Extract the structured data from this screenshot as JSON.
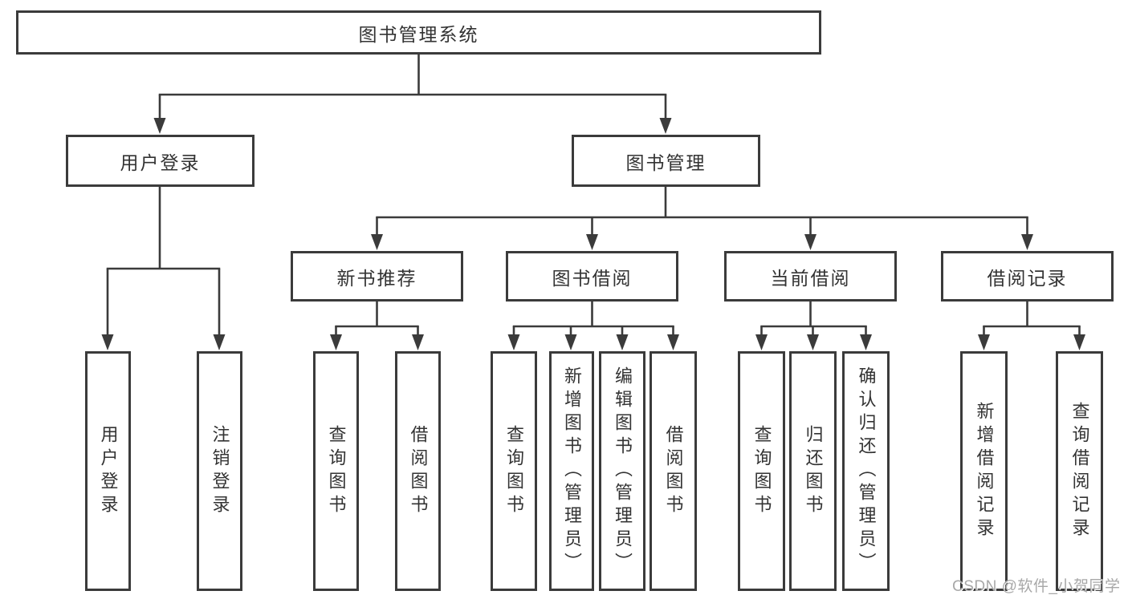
{
  "diagram": {
    "root": "图书管理系统",
    "branches": [
      "用户登录",
      "图书管理"
    ],
    "sections": [
      "新书推荐",
      "图书借阅",
      "当前借阅",
      "借阅记录"
    ],
    "leaves": [
      "用户登录",
      "注销登录",
      "查询图书",
      "借阅图书",
      "查询图书",
      "新增图书（管理员）",
      "编辑图书（管理员）",
      "借阅图书",
      "查询图书",
      "归还图书",
      "确认归还（管理员）",
      "新增借阅记录",
      "查询借阅记录"
    ],
    "hierarchy": {
      "图书管理系统": [
        "用户登录",
        "图书管理"
      ],
      "用户登录": [
        "用户登录",
        "注销登录"
      ],
      "图书管理": [
        "新书推荐",
        "图书借阅",
        "当前借阅",
        "借阅记录"
      ],
      "新书推荐": [
        "查询图书",
        "借阅图书"
      ],
      "图书借阅": [
        "查询图书",
        "新增图书（管理员）",
        "编辑图书（管理员）",
        "借阅图书"
      ],
      "当前借阅": [
        "查询图书",
        "归还图书",
        "确认归还（管理员）"
      ],
      "借阅记录": [
        "新增借阅记录",
        "查询借阅记录"
      ]
    },
    "line_color": "#3b3b3b",
    "box_border_color": "#3b3b3b",
    "text_color": "#333333"
  },
  "watermark": {
    "text": "CSDN @软件_小贺同学",
    "color": "#a8a8a8"
  }
}
